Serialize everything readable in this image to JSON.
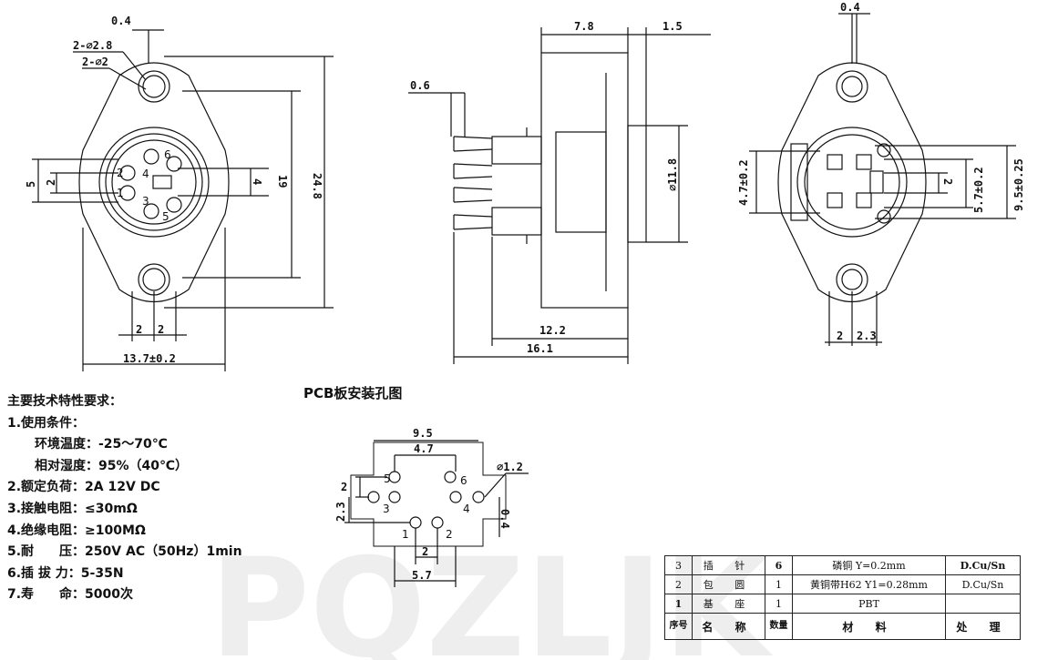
{
  "watermark": "PQZLJK",
  "front_view": {
    "dims": [
      "0.4",
      "2-⌀2.8",
      "2-⌀2",
      "5",
      "2",
      "4",
      "19",
      "24.8",
      "2",
      "2",
      "13.7±0.2"
    ],
    "pins": [
      "6",
      "4",
      "2",
      "1",
      "3",
      "5"
    ]
  },
  "side_view": {
    "dims": [
      "7.8",
      "1.5",
      "0.6",
      "⌀11.8",
      "12.2",
      "16.1"
    ]
  },
  "back_view": {
    "dims": [
      "0.4",
      "4.7±0.2",
      "2",
      "5.7±0.2",
      "9.5±0.25",
      "2",
      "2.3"
    ]
  },
  "pcb": {
    "title": "PCB板安装孔图",
    "dims": [
      "9.5",
      "4.7",
      "⌀1.2",
      "2",
      "2.3",
      "0.4",
      "2",
      "5.7"
    ],
    "pins": [
      "5",
      "6",
      "3",
      "4",
      "1",
      "2"
    ]
  },
  "specs": {
    "title": "主要技术特性要求：",
    "lines": [
      "1.使用条件：",
      "环境温度：-25～70℃",
      "相对湿度：95%（40℃）",
      "2.额定负荷：2A 12V DC",
      "3.接触电阻：≤30mΩ",
      "4.绝缘电阻：≥100MΩ",
      "5.耐　　压：250V AC（50Hz）1min",
      "6.插 拔 力：5-35N",
      "7.寿　　命：5000次"
    ]
  },
  "bom": {
    "rows": [
      {
        "no": "3",
        "name": "插 针",
        "qty": "6",
        "material": "磷铜 Y=0.2mm",
        "treatment": "D.Cu/Sn"
      },
      {
        "no": "2",
        "name": "包 圆",
        "qty": "1",
        "material": "黄铜带H62 Y1=0.28mm",
        "treatment": "D.Cu/Sn"
      },
      {
        "no": "1",
        "name": "基 座",
        "qty": "1",
        "material": "PBT",
        "treatment": ""
      }
    ],
    "header": {
      "no": "序号",
      "name": "名 称",
      "qty": "数量",
      "material": "材 料",
      "treatment": "处 理"
    }
  }
}
